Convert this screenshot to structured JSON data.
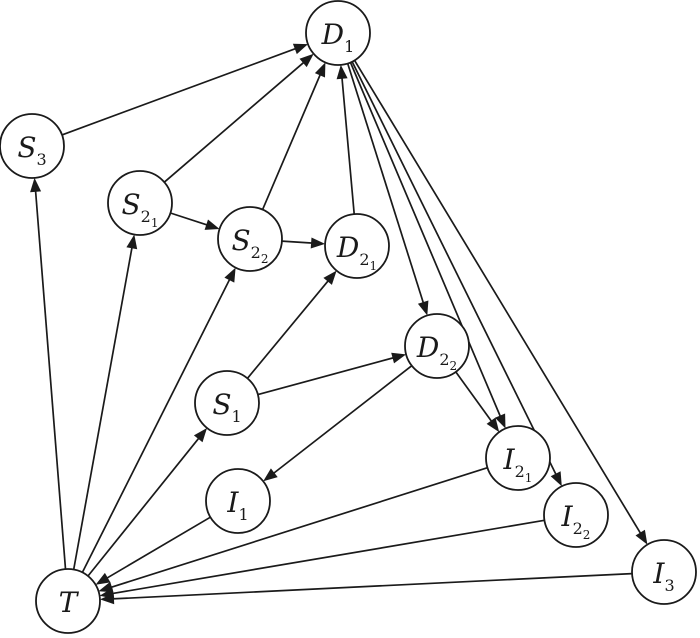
{
  "nodes": {
    "D1": {
      "label": "D",
      "sub": "1",
      "subsub": ""
    },
    "S3": {
      "label": "S",
      "sub": "3",
      "subsub": ""
    },
    "S21": {
      "label": "S",
      "sub": "2",
      "subsub": "1"
    },
    "S22": {
      "label": "S",
      "sub": "2",
      "subsub": "2"
    },
    "D21": {
      "label": "D",
      "sub": "2",
      "subsub": "1"
    },
    "D22": {
      "label": "D",
      "sub": "2",
      "subsub": "2"
    },
    "S1": {
      "label": "S",
      "sub": "1",
      "subsub": ""
    },
    "I1": {
      "label": "I",
      "sub": "1",
      "subsub": ""
    },
    "I21": {
      "label": "I",
      "sub": "2",
      "subsub": "1"
    },
    "I22": {
      "label": "I",
      "sub": "2",
      "subsub": "2"
    },
    "I3": {
      "label": "I",
      "sub": "3",
      "subsub": ""
    },
    "T": {
      "label": "T",
      "sub": "",
      "subsub": ""
    }
  },
  "edges": [
    {
      "from": "S3",
      "to": "D1"
    },
    {
      "from": "S21",
      "to": "D1"
    },
    {
      "from": "S22",
      "to": "D1"
    },
    {
      "from": "D21",
      "to": "D1"
    },
    {
      "from": "S21",
      "to": "S22"
    },
    {
      "from": "S22",
      "to": "D21"
    },
    {
      "from": "S1",
      "to": "D21"
    },
    {
      "from": "S1",
      "to": "D22"
    },
    {
      "from": "D22",
      "to": "I1"
    },
    {
      "from": "D22",
      "to": "I21"
    },
    {
      "from": "D1",
      "to": "D22"
    },
    {
      "from": "D1",
      "to": "I21"
    },
    {
      "from": "D1",
      "to": "I22"
    },
    {
      "from": "D1",
      "to": "I3"
    },
    {
      "from": "T",
      "to": "S3"
    },
    {
      "from": "T",
      "to": "S21"
    },
    {
      "from": "T",
      "to": "S22"
    },
    {
      "from": "T",
      "to": "S1"
    },
    {
      "from": "I1",
      "to": "T"
    },
    {
      "from": "I21",
      "to": "T"
    },
    {
      "from": "I22",
      "to": "T"
    },
    {
      "from": "I3",
      "to": "T"
    }
  ]
}
